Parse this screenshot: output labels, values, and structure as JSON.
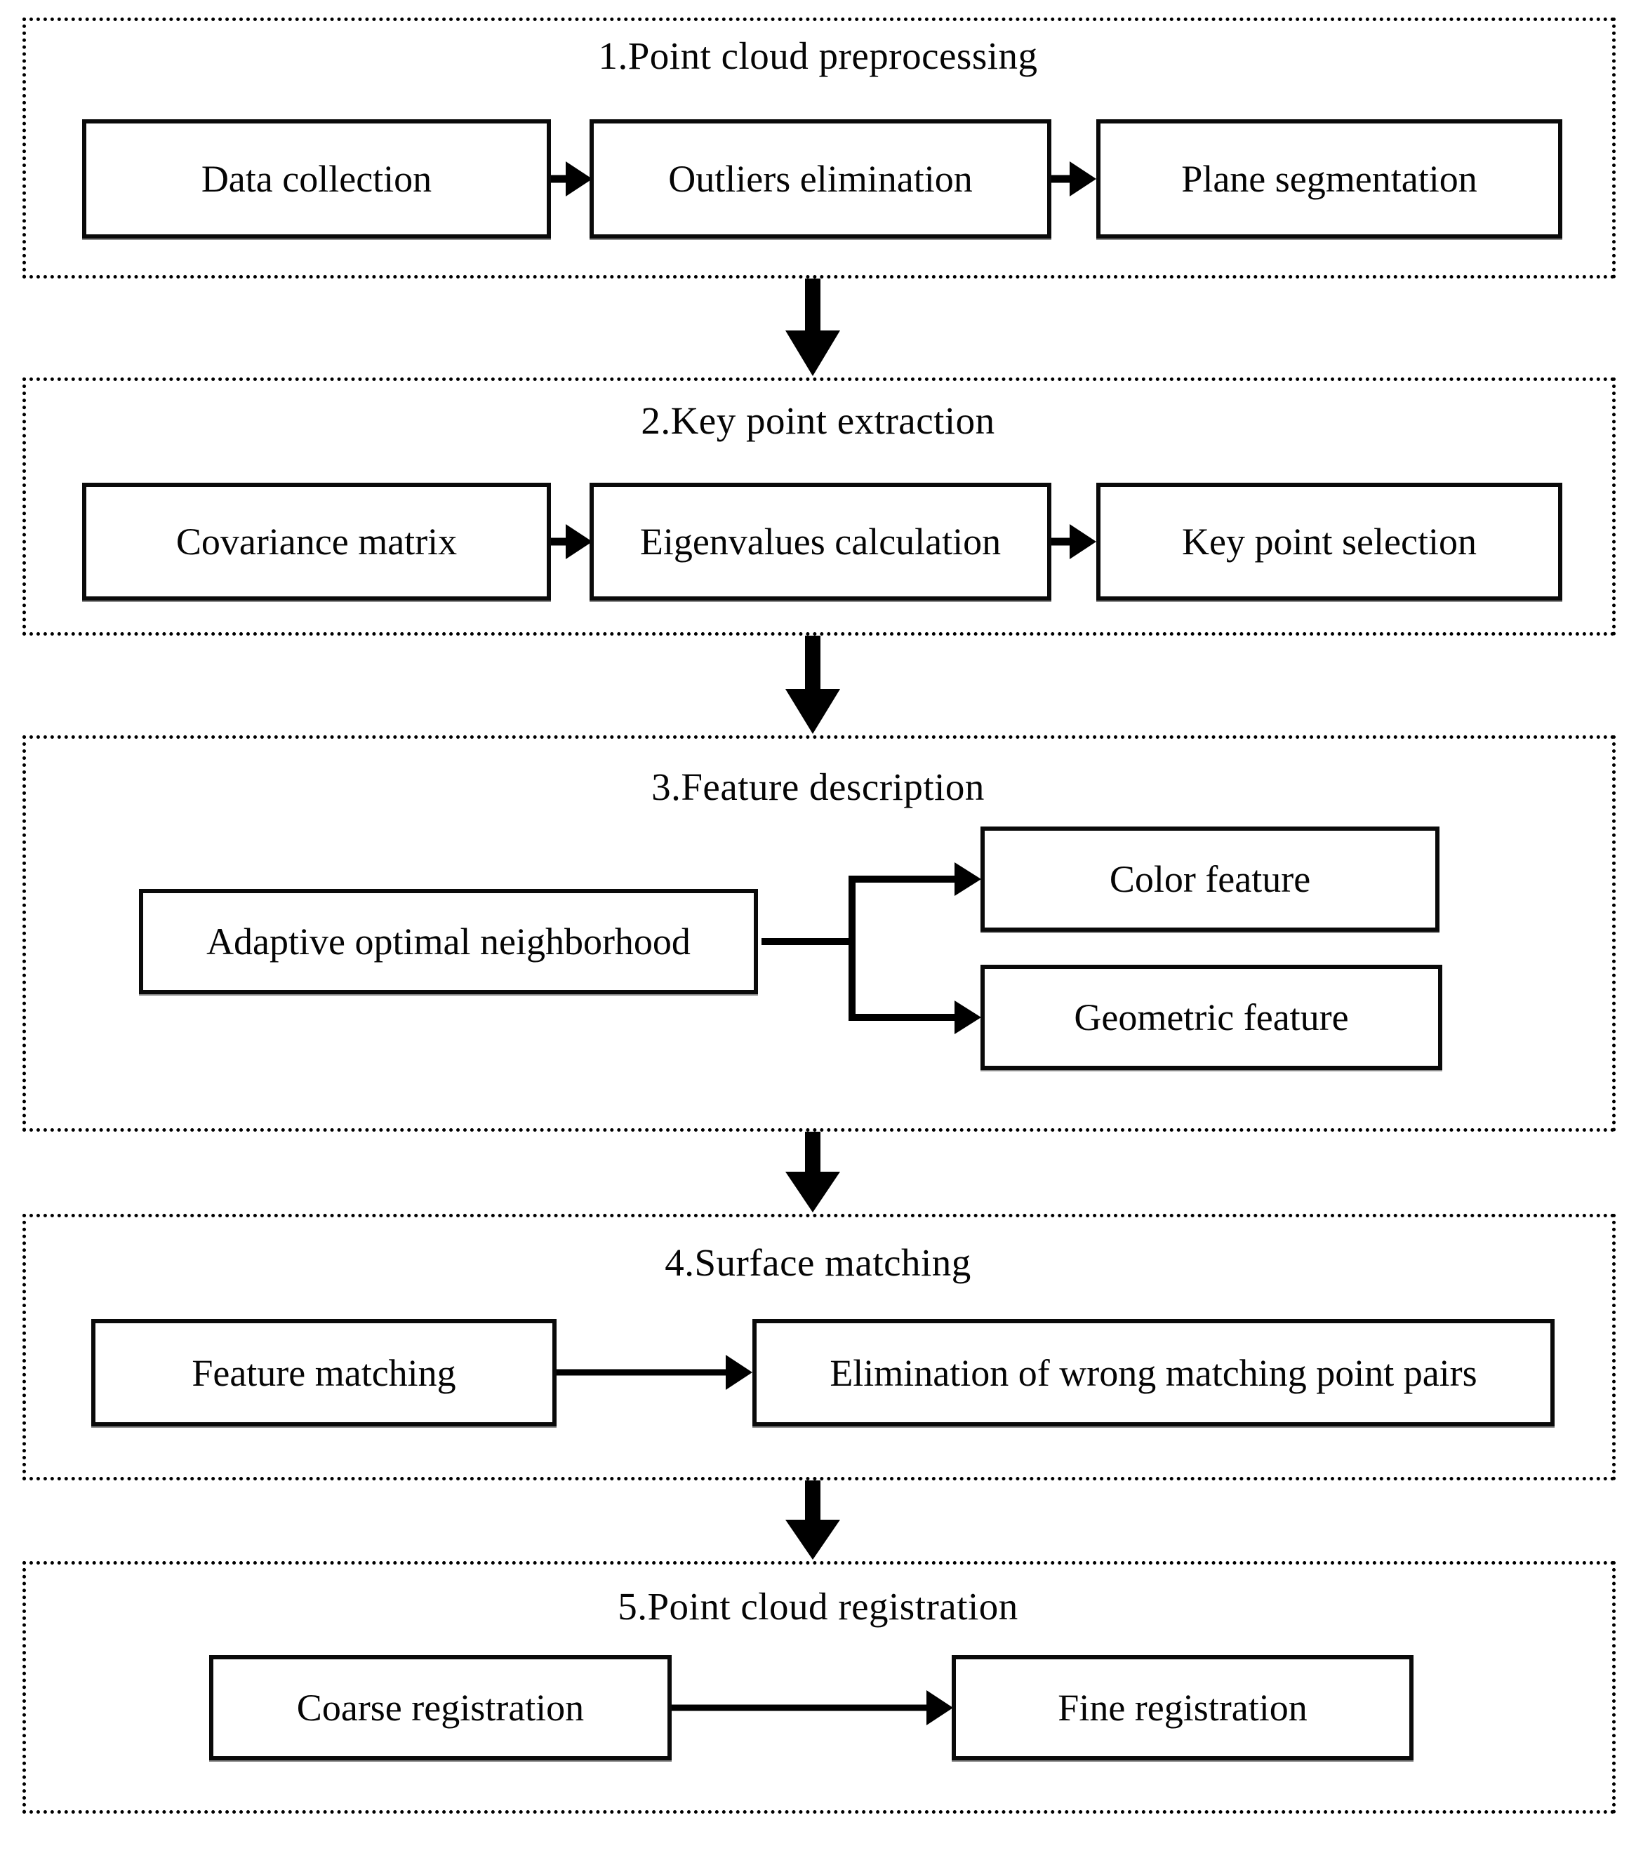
{
  "figure": {
    "background_color": "#ffffff",
    "line_color": "#000000",
    "sections": [
      {
        "title": "1.Point cloud preprocessing",
        "boxes": [
          "Data collection",
          "Outliers elimination",
          "Plane segmentation"
        ],
        "edges": [
          [
            "Data collection",
            "Outliers elimination"
          ],
          [
            "Outliers elimination",
            "Plane segmentation"
          ]
        ]
      },
      {
        "title": "2.Key point extraction",
        "boxes": [
          "Covariance matrix",
          "Eigenvalues calculation",
          "Key point selection"
        ],
        "edges": [
          [
            "Covariance matrix",
            "Eigenvalues calculation"
          ],
          [
            "Eigenvalues calculation",
            "Key point selection"
          ]
        ]
      },
      {
        "title": "3.Feature description",
        "boxes": [
          "Adaptive optimal neighborhood",
          "Color feature",
          "Geometric feature"
        ],
        "edges": [
          [
            "Adaptive optimal neighborhood",
            "Color feature"
          ],
          [
            "Adaptive optimal neighborhood",
            "Geometric feature"
          ]
        ]
      },
      {
        "title": "4.Surface matching",
        "boxes": [
          "Feature matching",
          "Elimination of wrong matching point pairs"
        ],
        "edges": [
          [
            "Feature matching",
            "Elimination of wrong matching point pairs"
          ]
        ]
      },
      {
        "title": "5.Point cloud registration",
        "boxes": [
          "Coarse registration",
          "Fine registration"
        ],
        "edges": [
          [
            "Coarse registration",
            "Fine registration"
          ]
        ]
      }
    ],
    "section_flow": [
      "1",
      "2",
      "3",
      "4",
      "5"
    ]
  }
}
